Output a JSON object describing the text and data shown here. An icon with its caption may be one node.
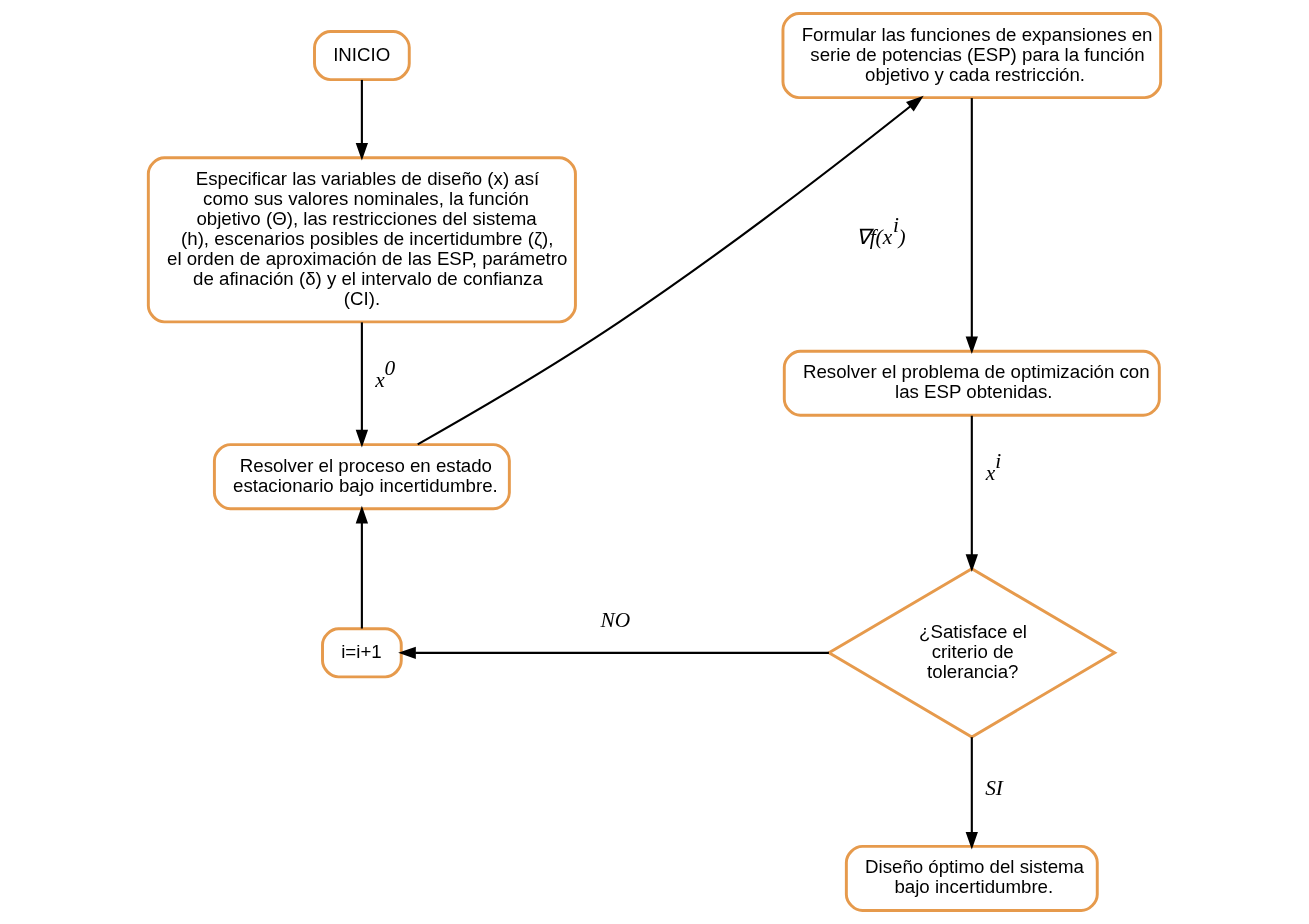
{
  "diagram": {
    "nodes": [
      {
        "text": [
          "INICIO"
        ]
      },
      {
        "text": [
          "Especificar las variables de diseño (x) así como sus valores nominales, la función objetivo (Θ), las restricciones del sistema (h), escenarios posibles de incertidumbre (ζ), el orden de aproximación de las ESP, parámetro de afinación (δ) y el intervalo de confianza (CI)."
        ]
      },
      {
        "text": [
          "Resolver el proceso en estado estacionario bajo incertidumbre."
        ]
      },
      {
        "text": [
          "i=i+1"
        ]
      },
      {
        "text": [
          "Formular las funciones de expansiones en serie de potencias (ESP) para la función objetivo y cada restricción."
        ]
      },
      {
        "text": [
          "Resolver el problema de optimización con las ESP obtenidas."
        ]
      },
      {
        "text": [
          "¿Satisface el criterio de tolerancia?"
        ]
      },
      {
        "text": [
          "Diseño óptimo del sistema bajo incertidumbre."
        ]
      }
    ],
    "edges": [
      {
        "from": 0,
        "to": 1,
        "arrow": "to"
      },
      {
        "from": 1,
        "to": 2,
        "arrow": "to",
        "label": "x$^{0}$"
      },
      {
        "from": 2,
        "to": 4,
        "arrow": "to",
        "label": "∇f(x$^{i}$)"
      },
      {
        "from": 4,
        "to": 5,
        "arrow": "to"
      },
      {
        "from": 5,
        "to": 6,
        "arrow": "to",
        "label": "x$^{i}$"
      },
      {
        "from": 6,
        "to": 3,
        "arrow": "to",
        "label": "NO"
      },
      {
        "from": 3,
        "to": 2,
        "arrow": "to"
      },
      {
        "from": 6,
        "to": 7,
        "arrow": "to",
        "label": "SI"
      }
    ]
  }
}
